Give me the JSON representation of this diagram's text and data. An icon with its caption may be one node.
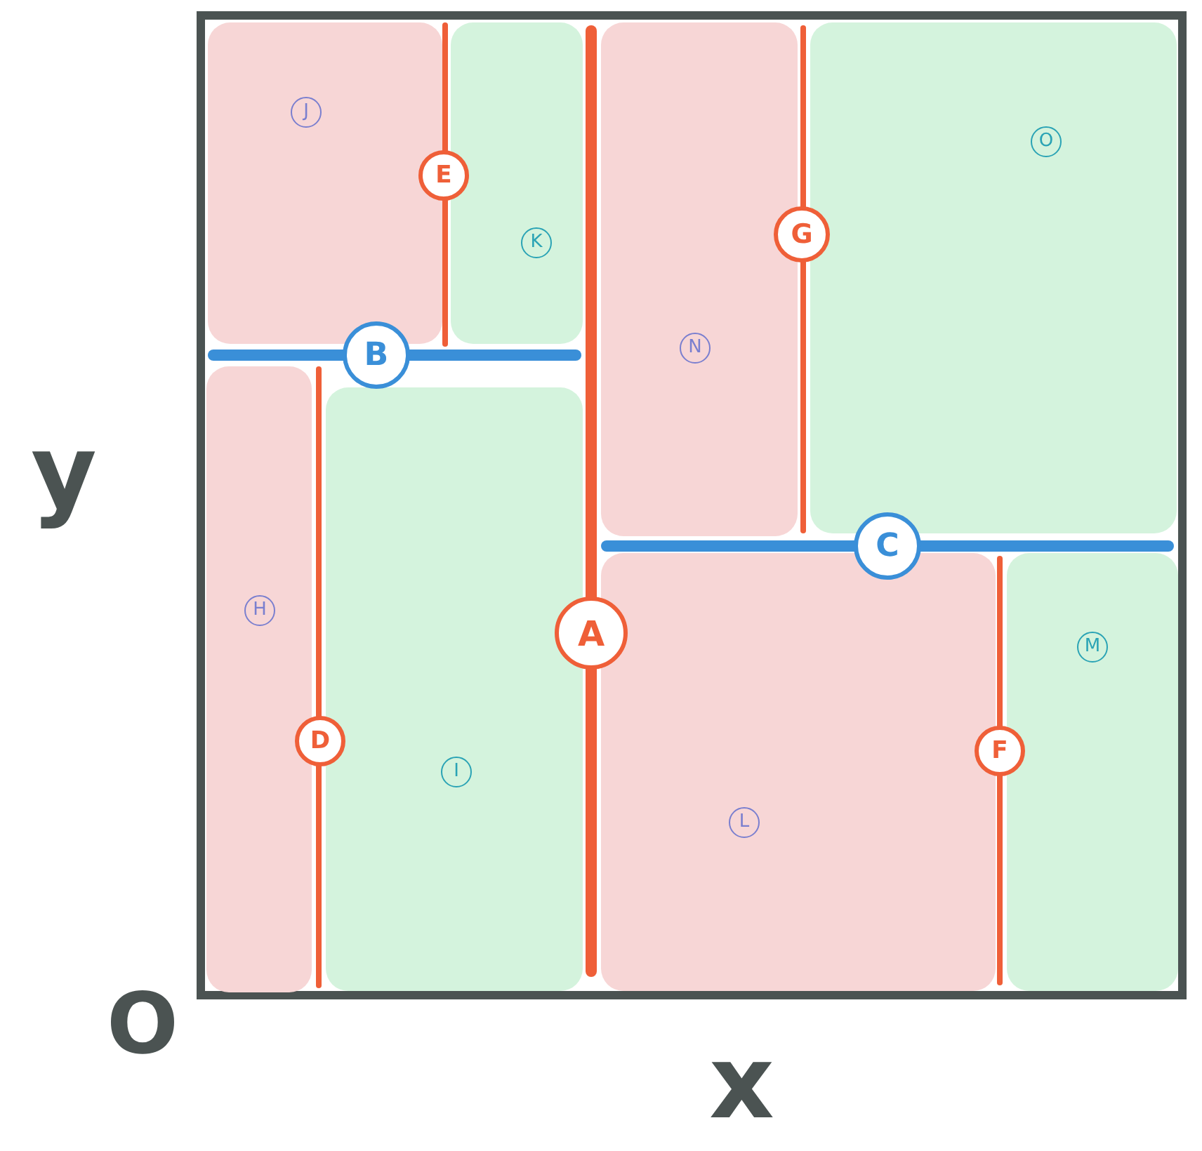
{
  "diagram": {
    "nodes": [
      {
        "text": [],
        "shape": "box"
      },
      {
        "text": [
          "J"
        ],
        "in": 0
      },
      {
        "text": [
          "K"
        ],
        "in": 0
      },
      {
        "text": [
          "N"
        ],
        "in": 0
      },
      {
        "text": [
          "O"
        ],
        "in": 0
      },
      {
        "text": [
          "E"
        ],
        "in": 0
      },
      {
        "text": [
          "G"
        ],
        "in": 0
      },
      {
        "text": [
          "B"
        ],
        "in": 0
      },
      {
        "text": [
          "C"
        ],
        "in": 0
      },
      {
        "text": [
          "H"
        ],
        "in": 0
      },
      {
        "text": [
          "I"
        ],
        "in": 0
      },
      {
        "text": [
          "L"
        ],
        "in": 0
      },
      {
        "text": [
          "M"
        ],
        "in": 0
      },
      {
        "text": [
          "A"
        ],
        "in": 0
      },
      {
        "text": [
          "D"
        ],
        "in": 0
      },
      {
        "text": [
          "F"
        ],
        "in": 0
      }
    ],
    "labels": [
      "y",
      "O",
      "x"
    ]
  }
}
